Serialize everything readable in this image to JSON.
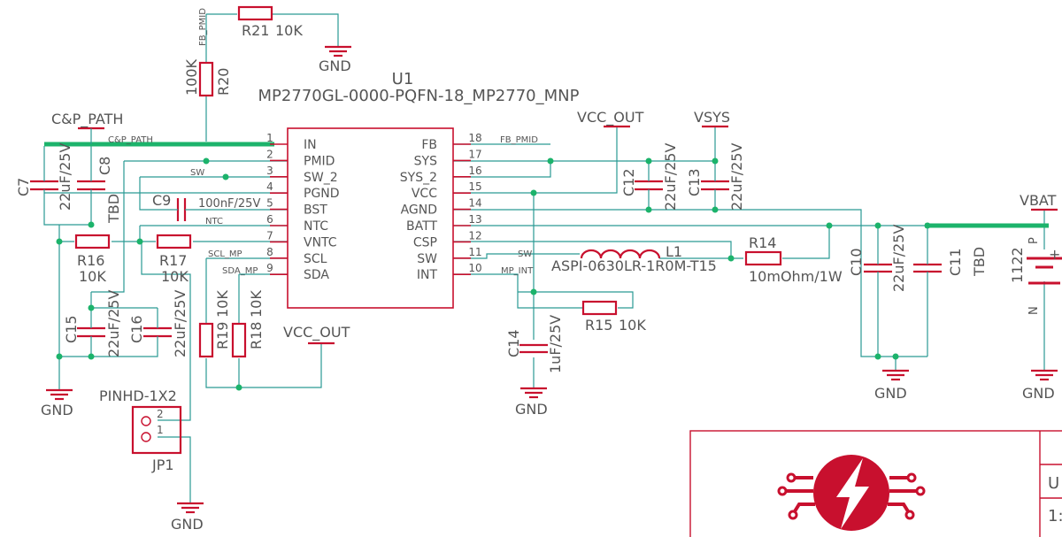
{
  "chip": {
    "ref": "U1",
    "part": "MP2770GL-0000-PQFN-18_MP2770_MNP",
    "left_pins": [
      {
        "num": "1",
        "name": "IN"
      },
      {
        "num": "2",
        "name": "PMID"
      },
      {
        "num": "3",
        "name": "SW_2"
      },
      {
        "num": "4",
        "name": "PGND"
      },
      {
        "num": "5",
        "name": "BST"
      },
      {
        "num": "6",
        "name": "NTC"
      },
      {
        "num": "7",
        "name": "VNTC"
      },
      {
        "num": "8",
        "name": "SCL"
      },
      {
        "num": "9",
        "name": "SDA"
      }
    ],
    "right_pins": [
      {
        "num": "18",
        "name": "FB"
      },
      {
        "num": "17",
        "name": "SYS"
      },
      {
        "num": "16",
        "name": "SYS_2"
      },
      {
        "num": "15",
        "name": "VCC"
      },
      {
        "num": "14",
        "name": "AGND"
      },
      {
        "num": "13",
        "name": "BATT"
      },
      {
        "num": "12",
        "name": "CSP"
      },
      {
        "num": "11",
        "name": "SW"
      },
      {
        "num": "10",
        "name": "INT"
      }
    ]
  },
  "net_labels": {
    "fb_pmid_v": "FB_PMID",
    "cp_path": "C&P_PATH",
    "sw": "SW",
    "ntc": "NTC",
    "scl_mp": "SCL_MP",
    "sda_mp": "SDA_MP",
    "fb_pmid_r": "FB_PMID",
    "sw_r": "SW",
    "mp_int": "MP_INT"
  },
  "power_labels": {
    "cp_path": "C&P_PATH",
    "vcc_out_top": "VCC_OUT",
    "vsys": "VSYS",
    "vcc_out_mid": "VCC_OUT",
    "vbat": "VBAT"
  },
  "grounds": [
    "GND",
    "GND",
    "GND",
    "GND",
    "GND",
    "GND"
  ],
  "resistors": {
    "r21": {
      "ref": "R21",
      "value": "10K"
    },
    "r20": {
      "ref": "R20",
      "value": "100K"
    },
    "r16": {
      "ref": "R16",
      "value": "10K"
    },
    "r17": {
      "ref": "R17",
      "value": "10K"
    },
    "r19": {
      "ref": "R19",
      "value": "10K"
    },
    "r18": {
      "ref": "R18",
      "value": "10K"
    },
    "r15": {
      "ref": "R15",
      "value": "10K"
    },
    "r14": {
      "ref": "R14",
      "value": "10mOhm/1W"
    }
  },
  "capacitors": {
    "c7": {
      "ref": "C7",
      "value": "22uF/25V"
    },
    "c8": {
      "ref": "C8",
      "value": "TBD"
    },
    "c9": {
      "ref": "C9",
      "value": "100nF/25V"
    },
    "c15": {
      "ref": "C15",
      "value": "22uF/25V"
    },
    "c16": {
      "ref": "C16",
      "value": "22uF/25V"
    },
    "c12": {
      "ref": "C12",
      "value": "22uF/25V"
    },
    "c13": {
      "ref": "C13",
      "value": "22uF/25V"
    },
    "c14": {
      "ref": "C14",
      "value": "1uF/25V"
    },
    "c10": {
      "ref": "C10",
      "value": "22uF/25V"
    },
    "c11": {
      "ref": "C11",
      "value": "TBD"
    }
  },
  "inductor": {
    "ref": "L1",
    "value": "ASPI-0630LR-1R0M-T15"
  },
  "connector": {
    "ref": "JP1",
    "value": "PINHD-1X2",
    "pin2": "2",
    "pin1": "1"
  },
  "battery": {
    "value": "1122",
    "plus": "+",
    "p": "P",
    "n": "N"
  },
  "title_block": {
    "cell_a": "U",
    "cell_b": "1:"
  },
  "colors": {
    "wire": "#2a9a94",
    "bus": "#1cb36b",
    "part": "#c8102e",
    "text": "#555555"
  }
}
